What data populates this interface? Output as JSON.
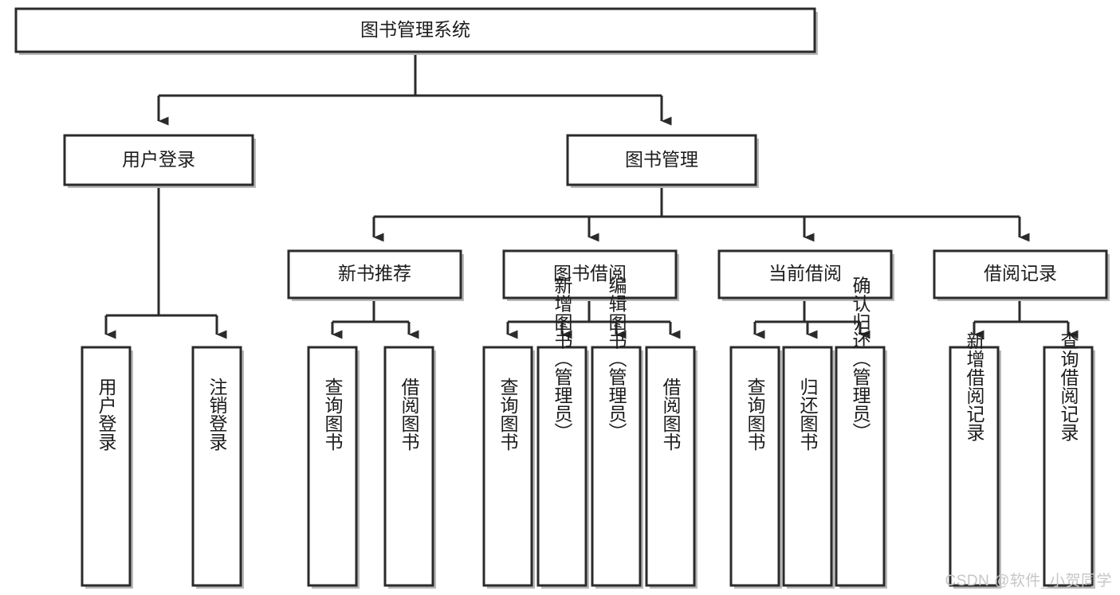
{
  "diagram": {
    "type": "tree-hierarchy",
    "title": "图书管理系统",
    "orientation": "top-down",
    "colors": {
      "stroke": "#2b2b2b",
      "fill": "#ffffff",
      "text": "#1c1c1c",
      "shadow": "#b9b9b9",
      "watermark": "#c6c6c6"
    },
    "levels": {
      "root": {
        "label": "图书管理系统"
      },
      "level2": [
        {
          "id": "user-login",
          "label": "用户登录"
        },
        {
          "id": "book-management",
          "label": "图书管理"
        }
      ],
      "level3": [
        {
          "id": "new-book-recommend",
          "label": "新书推荐",
          "parent": "book-management"
        },
        {
          "id": "book-borrow",
          "label": "图书借阅",
          "parent": "book-management"
        },
        {
          "id": "current-borrow",
          "label": "当前借阅",
          "parent": "book-management"
        },
        {
          "id": "borrow-record",
          "label": "借阅记录",
          "parent": "book-management"
        }
      ],
      "leaves": [
        {
          "id": "leaf-user-login",
          "label": "用户登录",
          "parent": "user-login"
        },
        {
          "id": "leaf-logout-login",
          "label": "注销登录",
          "parent": "user-login"
        },
        {
          "id": "leaf-query-book-1",
          "label": "查询图书",
          "parent": "new-book-recommend"
        },
        {
          "id": "leaf-borrow-book-1",
          "label": "借阅图书",
          "parent": "new-book-recommend"
        },
        {
          "id": "leaf-query-book-2",
          "label": "查询图书",
          "parent": "book-borrow"
        },
        {
          "id": "leaf-add-book",
          "label": "新增图书（管理员）",
          "parent": "book-borrow"
        },
        {
          "id": "leaf-edit-book",
          "label": "编辑图书（管理员）",
          "parent": "book-borrow"
        },
        {
          "id": "leaf-borrow-book-2",
          "label": "借阅图书",
          "parent": "book-borrow"
        },
        {
          "id": "leaf-query-book-3",
          "label": "查询图书",
          "parent": "current-borrow"
        },
        {
          "id": "leaf-return-book",
          "label": "归还图书",
          "parent": "current-borrow"
        },
        {
          "id": "leaf-confirm-return",
          "label": "确认归还（管理员）",
          "parent": "current-borrow"
        },
        {
          "id": "leaf-add-record",
          "label": "新增借阅记录",
          "parent": "borrow-record"
        },
        {
          "id": "leaf-query-record",
          "label": "查询借阅记录",
          "parent": "borrow-record"
        }
      ]
    }
  },
  "watermark": {
    "text": "CSDN @软件_小贺同学"
  }
}
